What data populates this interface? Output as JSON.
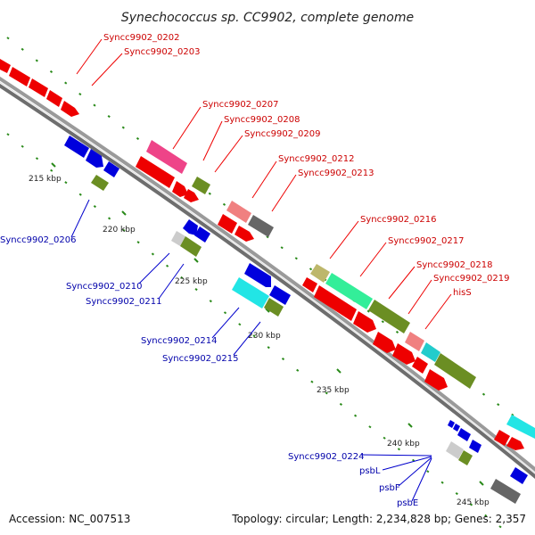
{
  "title": "Synechococcus sp. CC9902, complete genome",
  "footer": {
    "accession": "Accession: NC_007513",
    "topology": "Topology: circular; Length: 2,234,828 bp; Genes: 2,357"
  },
  "ticks": [
    "215 kbp",
    "220 kbp",
    "225 kbp",
    "230 kbp",
    "235 kbp",
    "240 kbp",
    "245 kbp"
  ],
  "gene_labels_forward": [
    "Syncc9902_0202",
    "Syncc9902_0203",
    "Syncc9902_0207",
    "Syncc9902_0208",
    "Syncc9902_0209",
    "Syncc9902_0212",
    "Syncc9902_0213",
    "Syncc9902_0216",
    "Syncc9902_0217",
    "Syncc9902_0218",
    "Syncc9902_0219",
    "hisS"
  ],
  "gene_labels_reverse": [
    "Syncc9902_0206",
    "Syncc9902_0210",
    "Syncc9902_0211",
    "Syncc9902_0214",
    "Syncc9902_0215",
    "Syncc9902_0224",
    "psbL",
    "psbF",
    "psbE"
  ],
  "colors": {
    "forward": "#ee0000",
    "reverse": "#0000cc",
    "label_forward": "#cc0000",
    "label_reverse": "#0000aa",
    "olive": "#6b8e23",
    "pink": "#ee4488",
    "salmon": "#f08080",
    "gray": "#666666",
    "cyan": "#22e5e5",
    "green": "#33ee99",
    "khaki": "#bdb76b",
    "backbone": "#999999"
  }
}
